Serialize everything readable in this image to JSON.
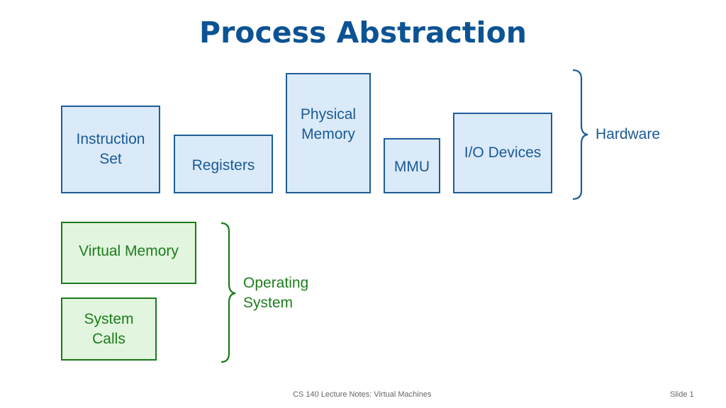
{
  "slide": {
    "title": "Process Abstraction",
    "hardware_group": {
      "label": "Hardware",
      "color": "#1f5d96",
      "fill": "#dbeaf8",
      "boxes": [
        {
          "id": "instruction-set",
          "label_lines": [
            "Instruction",
            "Set"
          ]
        },
        {
          "id": "registers",
          "label_lines": [
            "Registers"
          ]
        },
        {
          "id": "physical-memory",
          "label_lines": [
            "Physical",
            "Memory"
          ]
        },
        {
          "id": "mmu",
          "label_lines": [
            "MMU"
          ]
        },
        {
          "id": "io-devices",
          "label_lines": [
            "I/O Devices"
          ]
        }
      ]
    },
    "os_group": {
      "label_lines": [
        "Operating",
        "System"
      ],
      "color": "#1b7a1b",
      "fill": "#e2f5de",
      "boxes": [
        {
          "id": "virtual-memory",
          "label_lines": [
            "Virtual Memory"
          ]
        },
        {
          "id": "system-calls",
          "label_lines": [
            "System",
            "Calls"
          ]
        }
      ]
    },
    "footer": {
      "course": "CS 140 Lecture Notes: Virtual Machines",
      "slide_number": "Slide 1"
    }
  }
}
